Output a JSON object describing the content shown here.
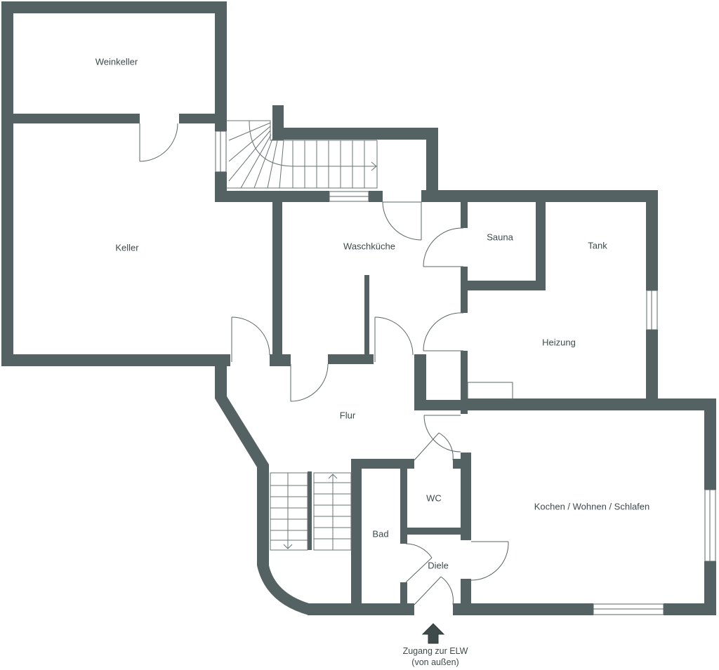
{
  "rooms": {
    "weinkeller": "Weinkeller",
    "keller": "Keller",
    "waschkueche": "Waschküche",
    "sauna": "Sauna",
    "tank": "Tank",
    "heizung": "Heizung",
    "flur": "Flur",
    "wc": "WC",
    "kochen": "Kochen / Wohnen / Schlafen",
    "bad": "Bad",
    "diele": "Diele"
  },
  "access": {
    "line1": "Zugang zur ELW",
    "line2": "(von außen)"
  },
  "colors": {
    "wall": "#556263",
    "background": "#ffffff"
  }
}
